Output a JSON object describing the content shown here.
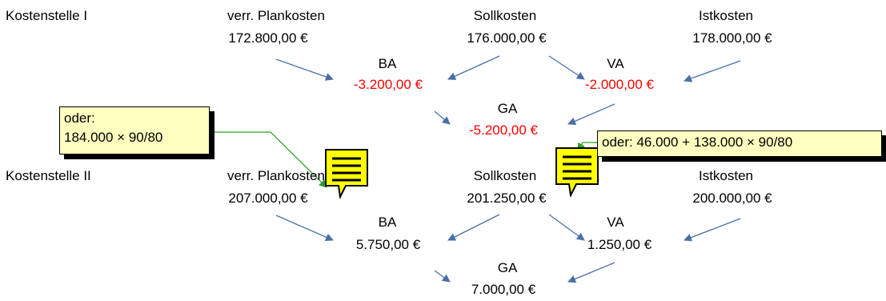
{
  "cost_center_1": {
    "label": "Kostenstelle I",
    "planned_label": "verr. Plankosten",
    "planned_value": "172.800,00 €",
    "target_label": "Sollkosten",
    "target_value": "176.000,00 €",
    "actual_label": "Istkosten",
    "actual_value": "178.000,00 €",
    "ba_label": "BA",
    "ba_value": "-3.200,00 €",
    "va_label": "VA",
    "va_value": "-2.000,00 €",
    "ga_label": "GA",
    "ga_value": "-5.200,00 €"
  },
  "cost_center_2": {
    "label": "Kostenstelle II",
    "planned_label": "verr. Plankosten",
    "planned_value": "207.000,00 €",
    "target_label": "Sollkosten",
    "target_value": "201.250,00 €",
    "actual_label": "Istkosten",
    "actual_value": "200.000,00 €",
    "ba_label": "BA",
    "ba_value": "5.750,00 €",
    "va_label": "VA",
    "va_value": "1.250,00 €",
    "ga_label": "GA",
    "ga_value": "7.000,00 €"
  },
  "notes": {
    "note_left_line1": "oder:",
    "note_left_line2": "184.000 × 90/80",
    "note_right": "oder: 46.000 + 138.000 × 90/80"
  },
  "colors": {
    "negative_value": "#ff0000",
    "arrow": "#4a6fa5",
    "note_bg": "#ffffc0",
    "note_icon_fill": "#ffff00",
    "note_link": "#2a9d2a"
  }
}
